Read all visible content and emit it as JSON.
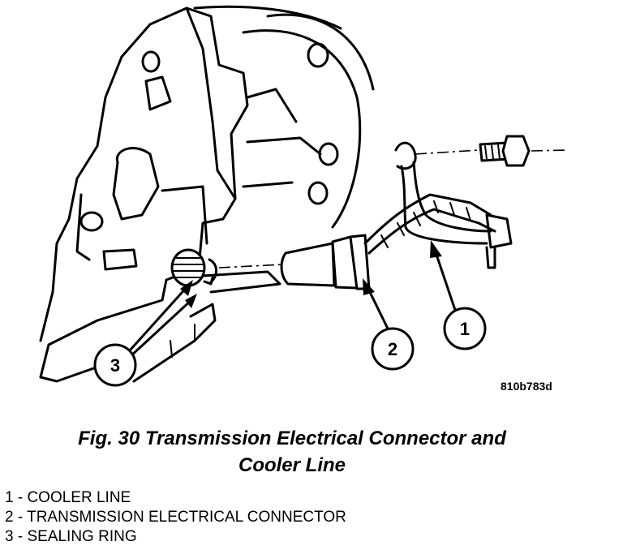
{
  "figure": {
    "ref_code": "810b783d",
    "callouts": [
      "1",
      "2",
      "3"
    ],
    "caption_line1": "Fig. 30 Transmission Electrical Connector and",
    "caption_line2": "Cooler Line"
  },
  "legend": [
    "1 - COOLER LINE",
    "2 - TRANSMISSION ELECTRICAL CONNECTOR",
    "3 - SEALING RING"
  ]
}
